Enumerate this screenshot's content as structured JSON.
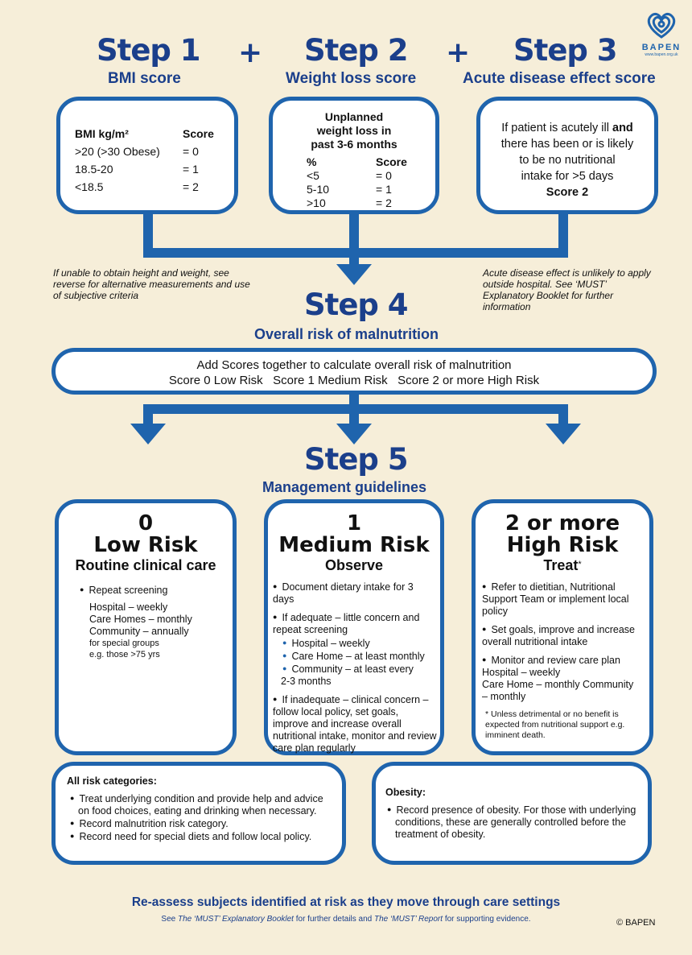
{
  "logo": {
    "text": "BAPEN",
    "url_text": "www.bapen.org.uk"
  },
  "steps": [
    {
      "title": "Step 1",
      "subtitle": "BMI score"
    },
    {
      "title": "Step 2",
      "subtitle": "Weight loss score"
    },
    {
      "title": "Step 3",
      "subtitle": "Acute disease effect score"
    },
    {
      "title": "Step 4",
      "subtitle": "Overall risk of malnutrition"
    },
    {
      "title": "Step 5",
      "subtitle": "Management guidelines"
    }
  ],
  "plus_sign": "+",
  "bmi_box": {
    "col1_header": "BMI kg/m²",
    "col2_header": "Score",
    "rows": [
      {
        "range": ">20 (>30 Obese)",
        "score": "= 0"
      },
      {
        "range": "18.5-20",
        "score": "= 1"
      },
      {
        "range": "<18.5",
        "score": "= 2"
      }
    ]
  },
  "weight_box": {
    "title_line1": "Unplanned",
    "title_line2": "weight loss in",
    "title_line3": "past 3-6 months",
    "col1_header": "%",
    "col2_header": "Score",
    "rows": [
      {
        "range": "<5",
        "score": "= 0"
      },
      {
        "range": "5-10",
        "score": "= 1"
      },
      {
        "range": ">10",
        "score": "= 2"
      }
    ]
  },
  "acute_box": {
    "line1_a": "If patient is acutely ill ",
    "line1_b": "and",
    "line2": "there has been or is likely",
    "line3": "to be no nutritional",
    "line4": "intake for >5 days",
    "line5": "Score 2"
  },
  "notes": {
    "left": "If unable to obtain height and weight, see reverse for alternative measurements and use of subjective criteria",
    "right": "Acute disease effect is unlikely to apply outside hospital. See ‘MUST’ Explanatory Booklet for further information"
  },
  "overall_box": {
    "line1": "Add Scores together to calculate overall risk of malnutrition",
    "line2": "Score 0 Low Risk   Score 1 Medium Risk   Score 2 or more High Risk"
  },
  "risk_boxes": {
    "low": {
      "number": "0",
      "name": "Low Risk",
      "action": "Routine clinical care",
      "bullet": "Repeat screening",
      "lines": [
        "Hospital – weekly",
        "Care Homes – monthly",
        "Community – annually"
      ],
      "small_lines": [
        "for special groups",
        "e.g. those >75 yrs"
      ]
    },
    "medium": {
      "number": "1",
      "name": "Medium Risk",
      "action": "Observe",
      "b1": "Document dietary intake for 3 days",
      "b2": "If adequate – little concern and repeat screening",
      "sub": [
        "Hospital – weekly",
        "Care Home – at least monthly",
        "Community – at least every"
      ],
      "sub_cont": "2-3 months",
      "b3": "If inadequate – clinical concern – follow local policy, set goals, improve and increase overall nutritional intake, monitor and review care plan regularly"
    },
    "high": {
      "number": "2 or more",
      "name": "High Risk",
      "action": "Treat",
      "action_mark": "*",
      "b1": "Refer to dietitian, Nutritional Support Team or implement local policy",
      "b2": "Set goals, improve and increase overall nutritional intake",
      "b3": "Monitor and review care plan",
      "b3_lines": [
        "Hospital – weekly",
        "Care Home – monthly Community",
        "– monthly"
      ],
      "footnote": "* Unless detrimental or no benefit is expected from nutritional support e.g. imminent death."
    }
  },
  "all_risk": {
    "title": "All risk categories:",
    "items": [
      "Treat underlying condition and provide help and advice on food choices, eating and drinking when necessary.",
      "Record malnutrition risk category.",
      "Record need for special diets and follow local policy."
    ]
  },
  "obesity": {
    "title": "Obesity:",
    "item": "Record presence of obesity. For those with underlying conditions, these are generally controlled before the treatment of obesity."
  },
  "footer": {
    "heading": "Re-assess subjects identified at risk as they move through care settings",
    "sub_pre": "See ",
    "sub_ital1": "The ‘MUST’ Explanatory Booklet",
    "sub_mid": " for further details and ",
    "sub_ital2": "The ‘MUST’ Report",
    "sub_post": " for supporting evidence.",
    "copyright": "© BAPEN"
  },
  "colors": {
    "navy": "#1b3f8b",
    "box_border": "#1f64ad",
    "background": "#f6eed9"
  }
}
